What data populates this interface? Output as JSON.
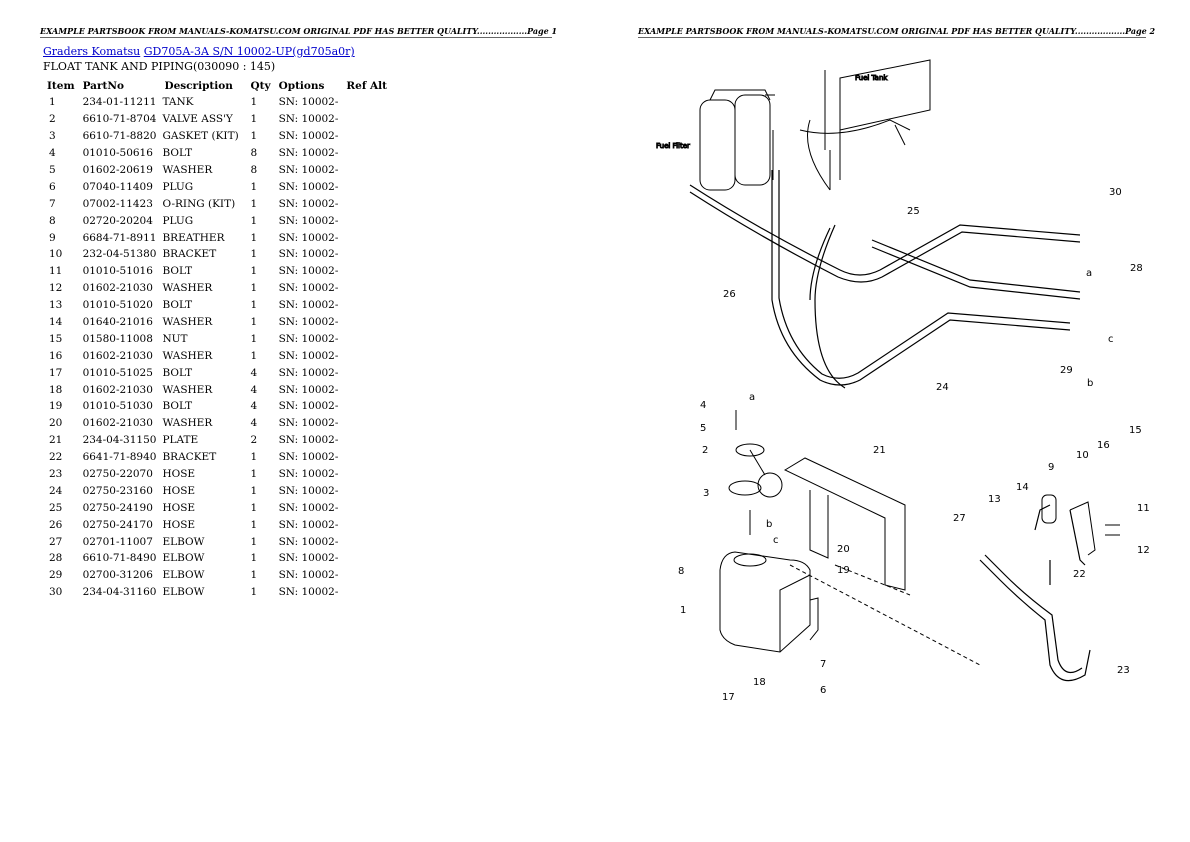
{
  "header": {
    "left": "EXAMPLE PARTSBOOK FROM MANUALS-KOMATSU.COM ORIGINAL PDF HAS BETTER QUALITY..................Page 1",
    "right": "EXAMPLE PARTSBOOK FROM MANUALS-KOMATSU.COM ORIGINAL PDF HAS BETTER QUALITY..................Page 2"
  },
  "breadcrumb": {
    "link1": "Graders Komatsu",
    "link2": "GD705A-3A S/N 10002-UP(gd705a0r)"
  },
  "section_title": "FLOAT TANK AND PIPING(030090 : 145)",
  "table": {
    "headers": [
      "Item",
      "PartNo",
      "Description",
      "Qty",
      "Options",
      "Ref Alt"
    ],
    "rows": [
      [
        "1",
        "234-01-11211",
        "TANK",
        "1",
        "SN: 10002-"
      ],
      [
        "2",
        "6610-71-8704",
        "VALVE ASS'Y",
        "1",
        "SN: 10002-"
      ],
      [
        "3",
        "6610-71-8820",
        "GASKET (KIT)",
        "1",
        "SN: 10002-"
      ],
      [
        "4",
        "01010-50616",
        "BOLT",
        "8",
        "SN: 10002-"
      ],
      [
        "5",
        "01602-20619",
        "WASHER",
        "8",
        "SN: 10002-"
      ],
      [
        "6",
        "07040-11409",
        "PLUG",
        "1",
        "SN: 10002-"
      ],
      [
        "7",
        "07002-11423",
        "O-RING (KIT)",
        "1",
        "SN: 10002-"
      ],
      [
        "8",
        "02720-20204",
        "PLUG",
        "1",
        "SN: 10002-"
      ],
      [
        "9",
        "6684-71-8911",
        "BREATHER",
        "1",
        "SN: 10002-"
      ],
      [
        "10",
        "232-04-51380",
        "BRACKET",
        "1",
        "SN: 10002-"
      ],
      [
        "11",
        "01010-51016",
        "BOLT",
        "1",
        "SN: 10002-"
      ],
      [
        "12",
        "01602-21030",
        "WASHER",
        "1",
        "SN: 10002-"
      ],
      [
        "13",
        "01010-51020",
        "BOLT",
        "1",
        "SN: 10002-"
      ],
      [
        "14",
        "01640-21016",
        "WASHER",
        "1",
        "SN: 10002-"
      ],
      [
        "15",
        "01580-11008",
        "NUT",
        "1",
        "SN: 10002-"
      ],
      [
        "16",
        "01602-21030",
        "WASHER",
        "1",
        "SN: 10002-"
      ],
      [
        "17",
        "01010-51025",
        "BOLT",
        "4",
        "SN: 10002-"
      ],
      [
        "18",
        "01602-21030",
        "WASHER",
        "4",
        "SN: 10002-"
      ],
      [
        "19",
        "01010-51030",
        "BOLT",
        "4",
        "SN: 10002-"
      ],
      [
        "20",
        "01602-21030",
        "WASHER",
        "4",
        "SN: 10002-"
      ],
      [
        "21",
        "234-04-31150",
        "PLATE",
        "2",
        "SN: 10002-"
      ],
      [
        "22",
        "6641-71-8940",
        "BRACKET",
        "1",
        "SN: 10002-"
      ],
      [
        "23",
        "02750-22070",
        "HOSE",
        "1",
        "SN: 10002-"
      ],
      [
        "24",
        "02750-23160",
        "HOSE",
        "1",
        "SN: 10002-"
      ],
      [
        "25",
        "02750-24190",
        "HOSE",
        "1",
        "SN: 10002-"
      ],
      [
        "26",
        "02750-24170",
        "HOSE",
        "1",
        "SN: 10002-"
      ],
      [
        "27",
        "02701-11007",
        "ELBOW",
        "1",
        "SN: 10002-"
      ],
      [
        "28",
        "6610-71-8490",
        "ELBOW",
        "1",
        "SN: 10002-"
      ],
      [
        "29",
        "02700-31206",
        "ELBOW",
        "1",
        "SN: 10002-"
      ],
      [
        "30",
        "234-04-31160",
        "ELBOW",
        "1",
        "SN: 10002-"
      ]
    ]
  },
  "diagram": {
    "label_fuel_tank": "Fuel Tank",
    "label_fuel_filter": "Fuel Filter",
    "callouts": [
      "1",
      "2",
      "3",
      "4",
      "5",
      "6",
      "7",
      "8",
      "9",
      "10",
      "11",
      "12",
      "13",
      "14",
      "15",
      "16",
      "17",
      "18",
      "19",
      "20",
      "21",
      "22",
      "23",
      "24",
      "25",
      "26",
      "27",
      "28",
      "29",
      "30",
      "a",
      "a",
      "b",
      "b",
      "c",
      "c"
    ]
  }
}
